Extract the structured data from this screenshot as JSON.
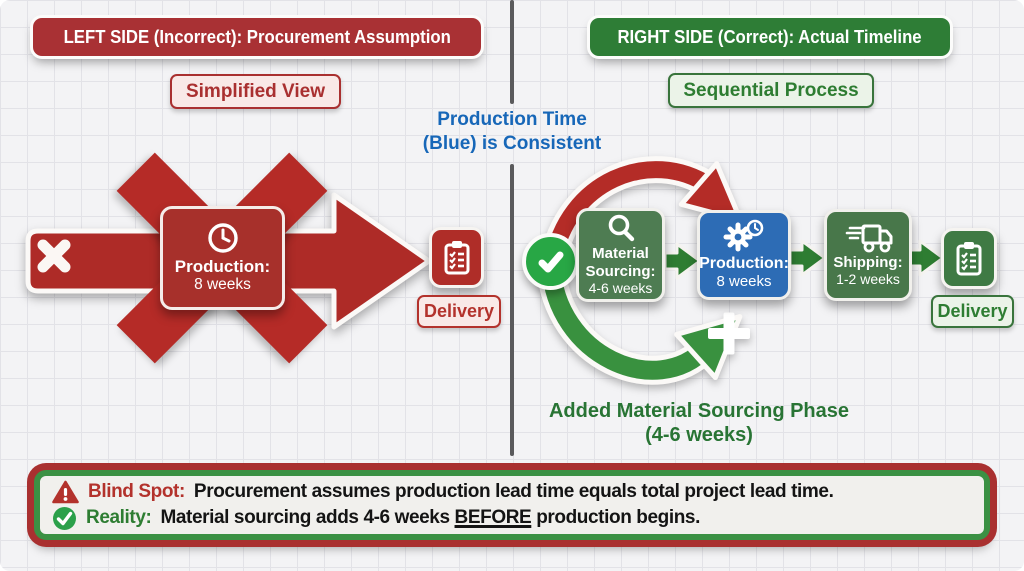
{
  "header": {
    "left_banner": "LEFT SIDE (Incorrect): Procurement Assumption",
    "right_banner": "RIGHT SIDE (Correct): Actual Timeline",
    "left_tag": "Simplified View",
    "right_tag": "Sequential Process"
  },
  "center_note": {
    "line1": "Production Time",
    "line2": "(Blue) is Consistent"
  },
  "left_flow": {
    "production": {
      "icon": "clock-icon",
      "label": "Production:",
      "value": "8 weeks"
    },
    "delivery": {
      "icon": "clipboard-icon",
      "label": "Delivery"
    }
  },
  "right_flow": {
    "check": {
      "icon": "check-circle-icon"
    },
    "steps": [
      {
        "icon": "magnifier-icon",
        "label_line1": "Material",
        "label_line2": "Sourcing:",
        "value": "4-6 weeks"
      },
      {
        "icon": "gear-clock-icon",
        "label_line1": "Production:",
        "value": "8 weeks"
      },
      {
        "icon": "truck-icon",
        "label_line1": "Shipping:",
        "value": "1-2 weeks"
      }
    ],
    "delivery": {
      "icon": "clipboard-icon",
      "label": "Delivery"
    },
    "plus": {
      "icon": "plus-icon"
    },
    "added_note": {
      "line1": "Added Material Sourcing Phase",
      "line2": "(4-6 weeks)"
    }
  },
  "footer": {
    "blind_spot": {
      "icon": "warning-icon",
      "label": "Blind Spot:",
      "text": "Procurement assumes production lead time equals total project lead time."
    },
    "reality": {
      "icon": "check-circle-icon",
      "label": "Reality:",
      "text_before": "Material sourcing adds 4-6 weeks ",
      "text_underline": "BEFORE",
      "text_after": " production begins."
    }
  },
  "colors": {
    "dark_red": "#a93134",
    "arrow_red": "#b52b27",
    "dark_green": "#2e7d36",
    "bright_green": "#28a745",
    "curve_green": "#39913f",
    "blue_box": "#2d6cb5",
    "text_blue": "#1767b8",
    "grid_bg": "#f3f3f5"
  }
}
